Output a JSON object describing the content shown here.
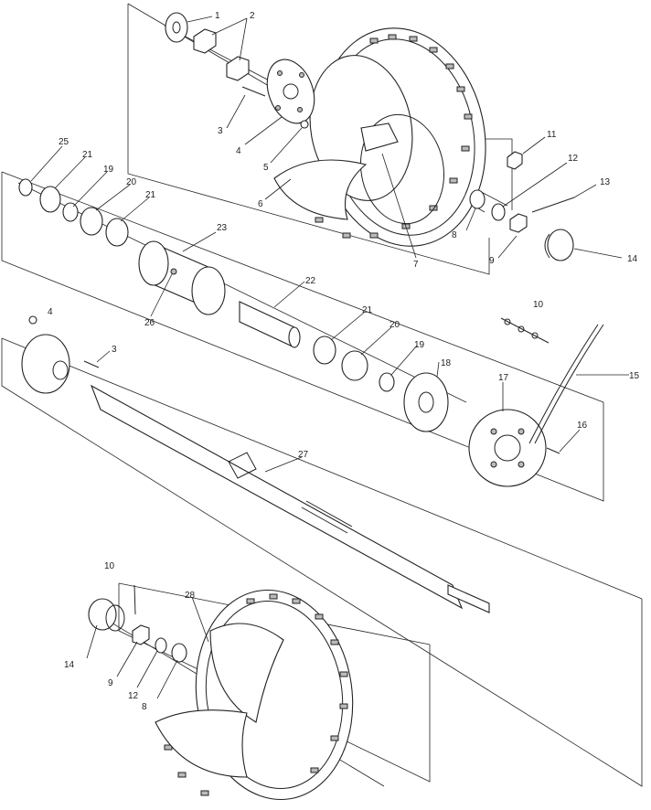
{
  "callouts": [
    {
      "id": "c1",
      "text": "1"
    },
    {
      "id": "c2",
      "text": "2"
    },
    {
      "id": "c3a",
      "text": "3"
    },
    {
      "id": "c4a",
      "text": "4"
    },
    {
      "id": "c5",
      "text": "5"
    },
    {
      "id": "c6",
      "text": "6"
    },
    {
      "id": "c7",
      "text": "7"
    },
    {
      "id": "c8a",
      "text": "8"
    },
    {
      "id": "c9a",
      "text": "9"
    },
    {
      "id": "c11",
      "text": "11"
    },
    {
      "id": "c12a",
      "text": "12"
    },
    {
      "id": "c13",
      "text": "13"
    },
    {
      "id": "c14a",
      "text": "14"
    },
    {
      "id": "c25",
      "text": "25"
    },
    {
      "id": "c21a",
      "text": "21"
    },
    {
      "id": "c19a",
      "text": "19"
    },
    {
      "id": "c20a",
      "text": "20"
    },
    {
      "id": "c21b",
      "text": "21"
    },
    {
      "id": "c23",
      "text": "23"
    },
    {
      "id": "c26",
      "text": "26"
    },
    {
      "id": "c22",
      "text": "22"
    },
    {
      "id": "c21c",
      "text": "21"
    },
    {
      "id": "c20b",
      "text": "20"
    },
    {
      "id": "c19b",
      "text": "19"
    },
    {
      "id": "c10a",
      "text": "10"
    },
    {
      "id": "c15",
      "text": "15"
    },
    {
      "id": "c18",
      "text": "18"
    },
    {
      "id": "c17",
      "text": "17"
    },
    {
      "id": "c16",
      "text": "16"
    },
    {
      "id": "c4b",
      "text": "4"
    },
    {
      "id": "c3b",
      "text": "3"
    },
    {
      "id": "c27",
      "text": "27"
    },
    {
      "id": "c10b",
      "text": "10"
    },
    {
      "id": "c28",
      "text": "28"
    },
    {
      "id": "c14b",
      "text": "14"
    },
    {
      "id": "c9b",
      "text": "9"
    },
    {
      "id": "c12b",
      "text": "12"
    },
    {
      "id": "c8b",
      "text": "8"
    }
  ]
}
